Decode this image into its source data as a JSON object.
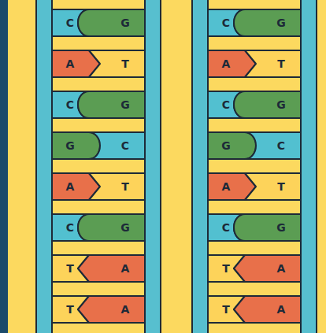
{
  "diagram": {
    "nodes": [
      {
        "text": [
          "C"
        ]
      },
      {
        "text": [
          "G"
        ]
      },
      {
        "text": [
          "C"
        ]
      },
      {
        "text": [
          "G"
        ]
      },
      {
        "text": [
          "A"
        ]
      },
      {
        "text": [
          "T"
        ]
      },
      {
        "text": [
          "A"
        ]
      },
      {
        "text": [
          "T"
        ]
      },
      {
        "text": [
          "C"
        ]
      },
      {
        "text": [
          "G"
        ]
      },
      {
        "text": [
          "C"
        ]
      },
      {
        "text": [
          "G"
        ]
      },
      {
        "text": [
          "G"
        ]
      },
      {
        "text": [
          "C"
        ]
      },
      {
        "text": [
          "G"
        ]
      },
      {
        "text": [
          "C"
        ]
      },
      {
        "text": [
          "A"
        ]
      },
      {
        "text": [
          "T"
        ]
      },
      {
        "text": [
          "A"
        ]
      },
      {
        "text": [
          "T"
        ]
      },
      {
        "text": [
          "C"
        ]
      },
      {
        "text": [
          "G"
        ]
      },
      {
        "text": [
          "C"
        ]
      },
      {
        "text": [
          "G"
        ]
      },
      {
        "text": [
          "T"
        ]
      },
      {
        "text": [
          "A"
        ]
      },
      {
        "text": [
          "T"
        ]
      },
      {
        "text": [
          "A"
        ]
      },
      {
        "text": [
          "T"
        ]
      },
      {
        "text": [
          "A"
        ]
      },
      {
        "text": [
          "T"
        ]
      },
      {
        "text": [
          "A"
        ]
      }
    ]
  }
}
